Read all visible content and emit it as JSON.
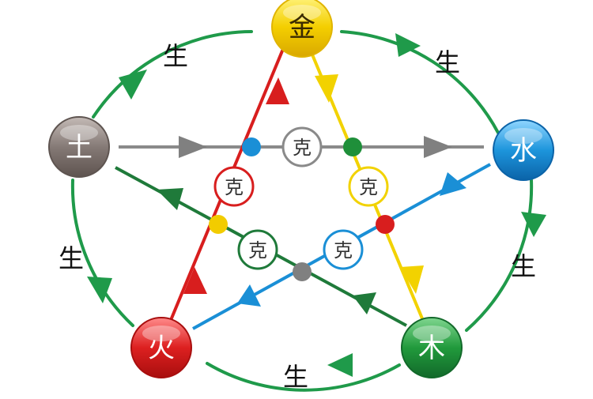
{
  "elements": {
    "metal": {
      "label": "金",
      "color": "#f2cc00"
    },
    "water": {
      "label": "水",
      "color": "#1a8fd6"
    },
    "wood": {
      "label": "木",
      "color": "#1f8f3a"
    },
    "fire": {
      "label": "火",
      "color": "#d81e1e"
    },
    "earth": {
      "label": "土",
      "color": "#7f7470"
    }
  },
  "generate_label": "生",
  "control_label": "克",
  "colors": {
    "generate_arrow": "#1f9a4a",
    "control_earth_water": "#808080",
    "control_metal_wood": "#f2d200",
    "control_wood_earth": "#1f7a3a",
    "control_water_fire": "#1a8fd6",
    "control_fire_metal": "#d81e1e"
  }
}
